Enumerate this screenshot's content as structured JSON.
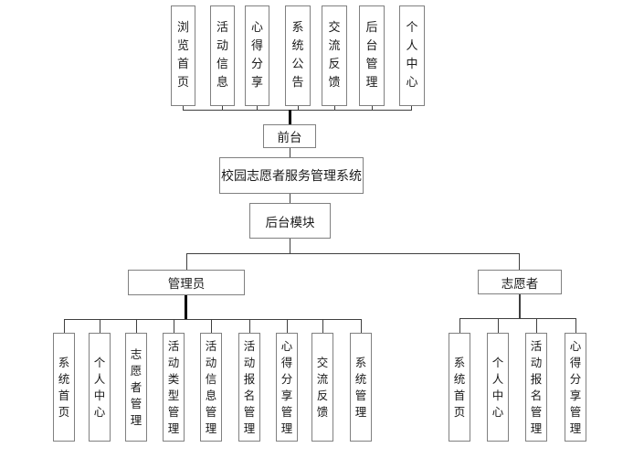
{
  "diagram": {
    "title": "校园志愿者服务管理系统",
    "front": {
      "label": "前台",
      "items": [
        "浏览首页",
        "活动信息",
        "心得分享",
        "系统公告",
        "交流反馈",
        "后台管理",
        "个人中心"
      ]
    },
    "back": {
      "label": "后台模块",
      "branches": [
        {
          "label": "管理员",
          "items": [
            "系统首页",
            "个人中心",
            "志愿者管理",
            "活动类型管理",
            "活动信息管理",
            "活动报名管理",
            "心得分享管理",
            "交流反馈",
            "系统管理"
          ]
        },
        {
          "label": "志愿者",
          "items": [
            "系统首页",
            "个人中心",
            "活动报名管理",
            "心得分享管理"
          ]
        }
      ]
    },
    "colors": {
      "background": "#ffffff",
      "box_border": "#808080",
      "line": "#3f3f3f",
      "thick_line": "#000000",
      "text": "#1a1a1a"
    }
  }
}
